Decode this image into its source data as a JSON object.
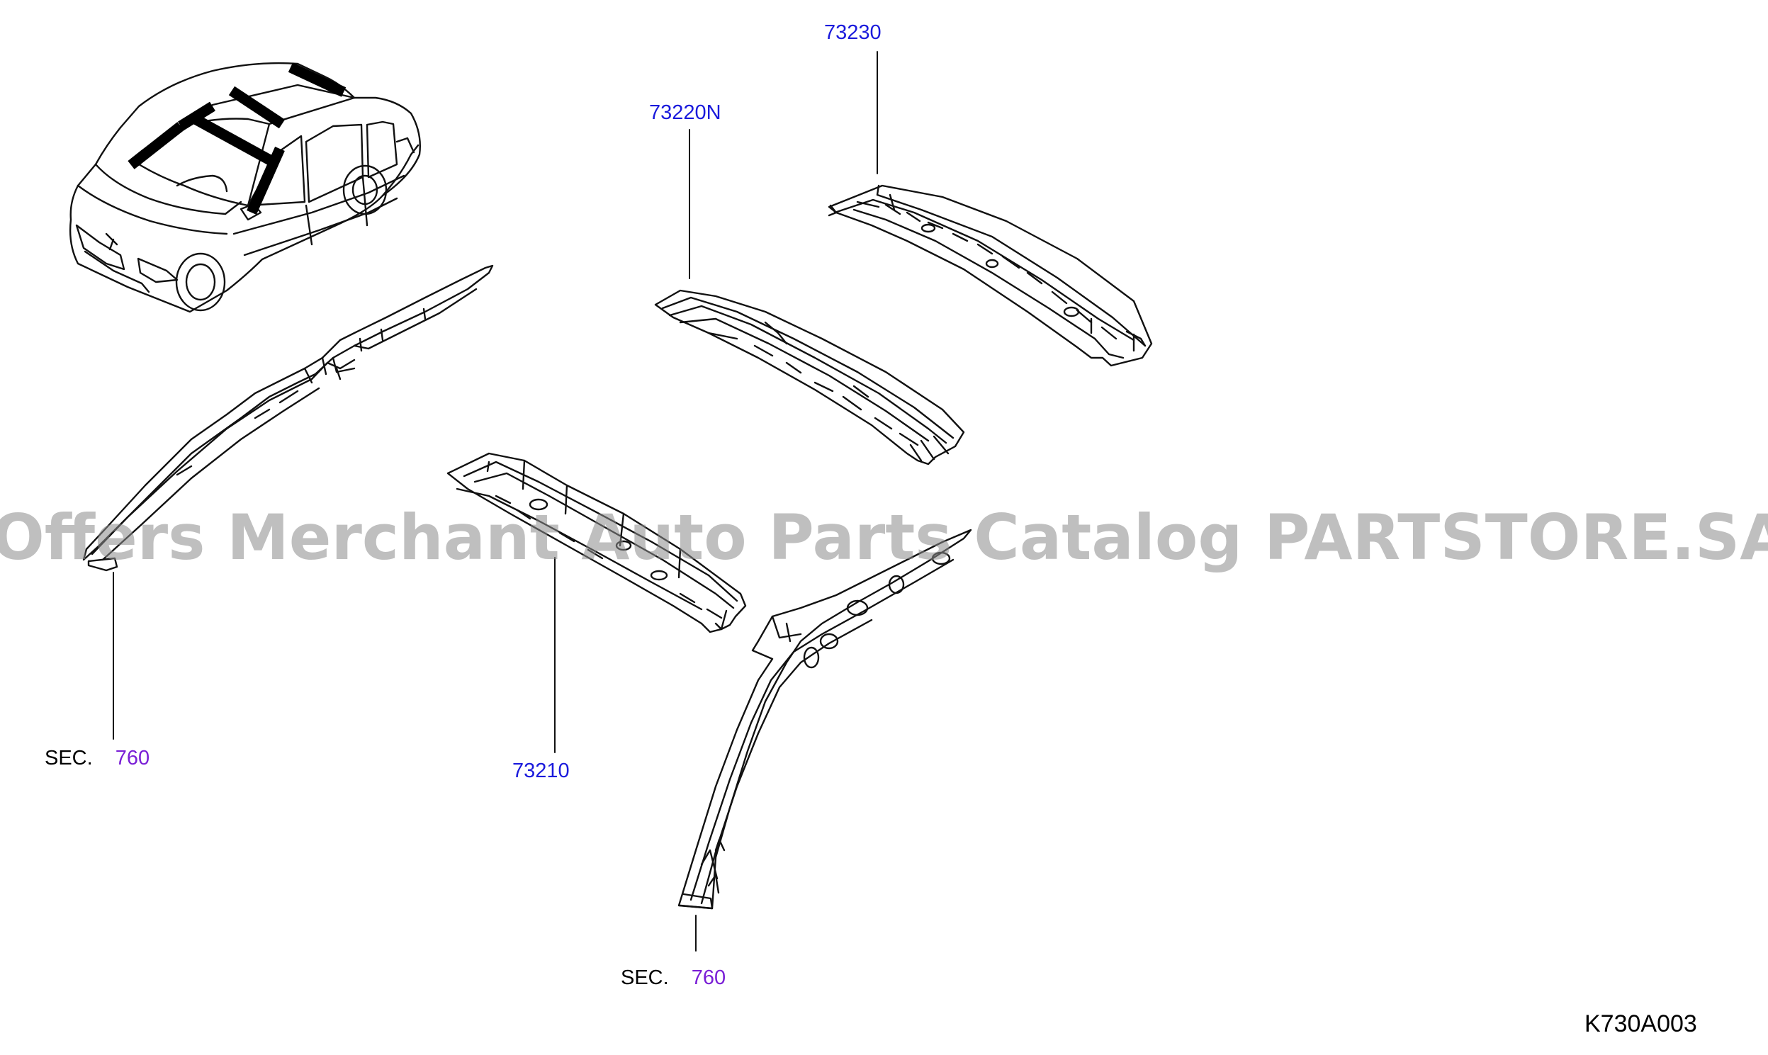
{
  "callouts": {
    "p73230": "73230",
    "p73220n": "73220N",
    "p73210": "73210"
  },
  "sections": {
    "left": {
      "prefix": "SEC.",
      "number": "760"
    },
    "bottom": {
      "prefix": "SEC.",
      "number": "760"
    }
  },
  "figure_code": "K730A003",
  "watermark": "Offers Merchant Auto Parts Catalog PARTSTORE.SA",
  "colors": {
    "part_number": "#1a1adc",
    "section_number": "#7a1fd6",
    "text": "#000000",
    "line": "#111111",
    "watermark": "#8c8c8c"
  }
}
